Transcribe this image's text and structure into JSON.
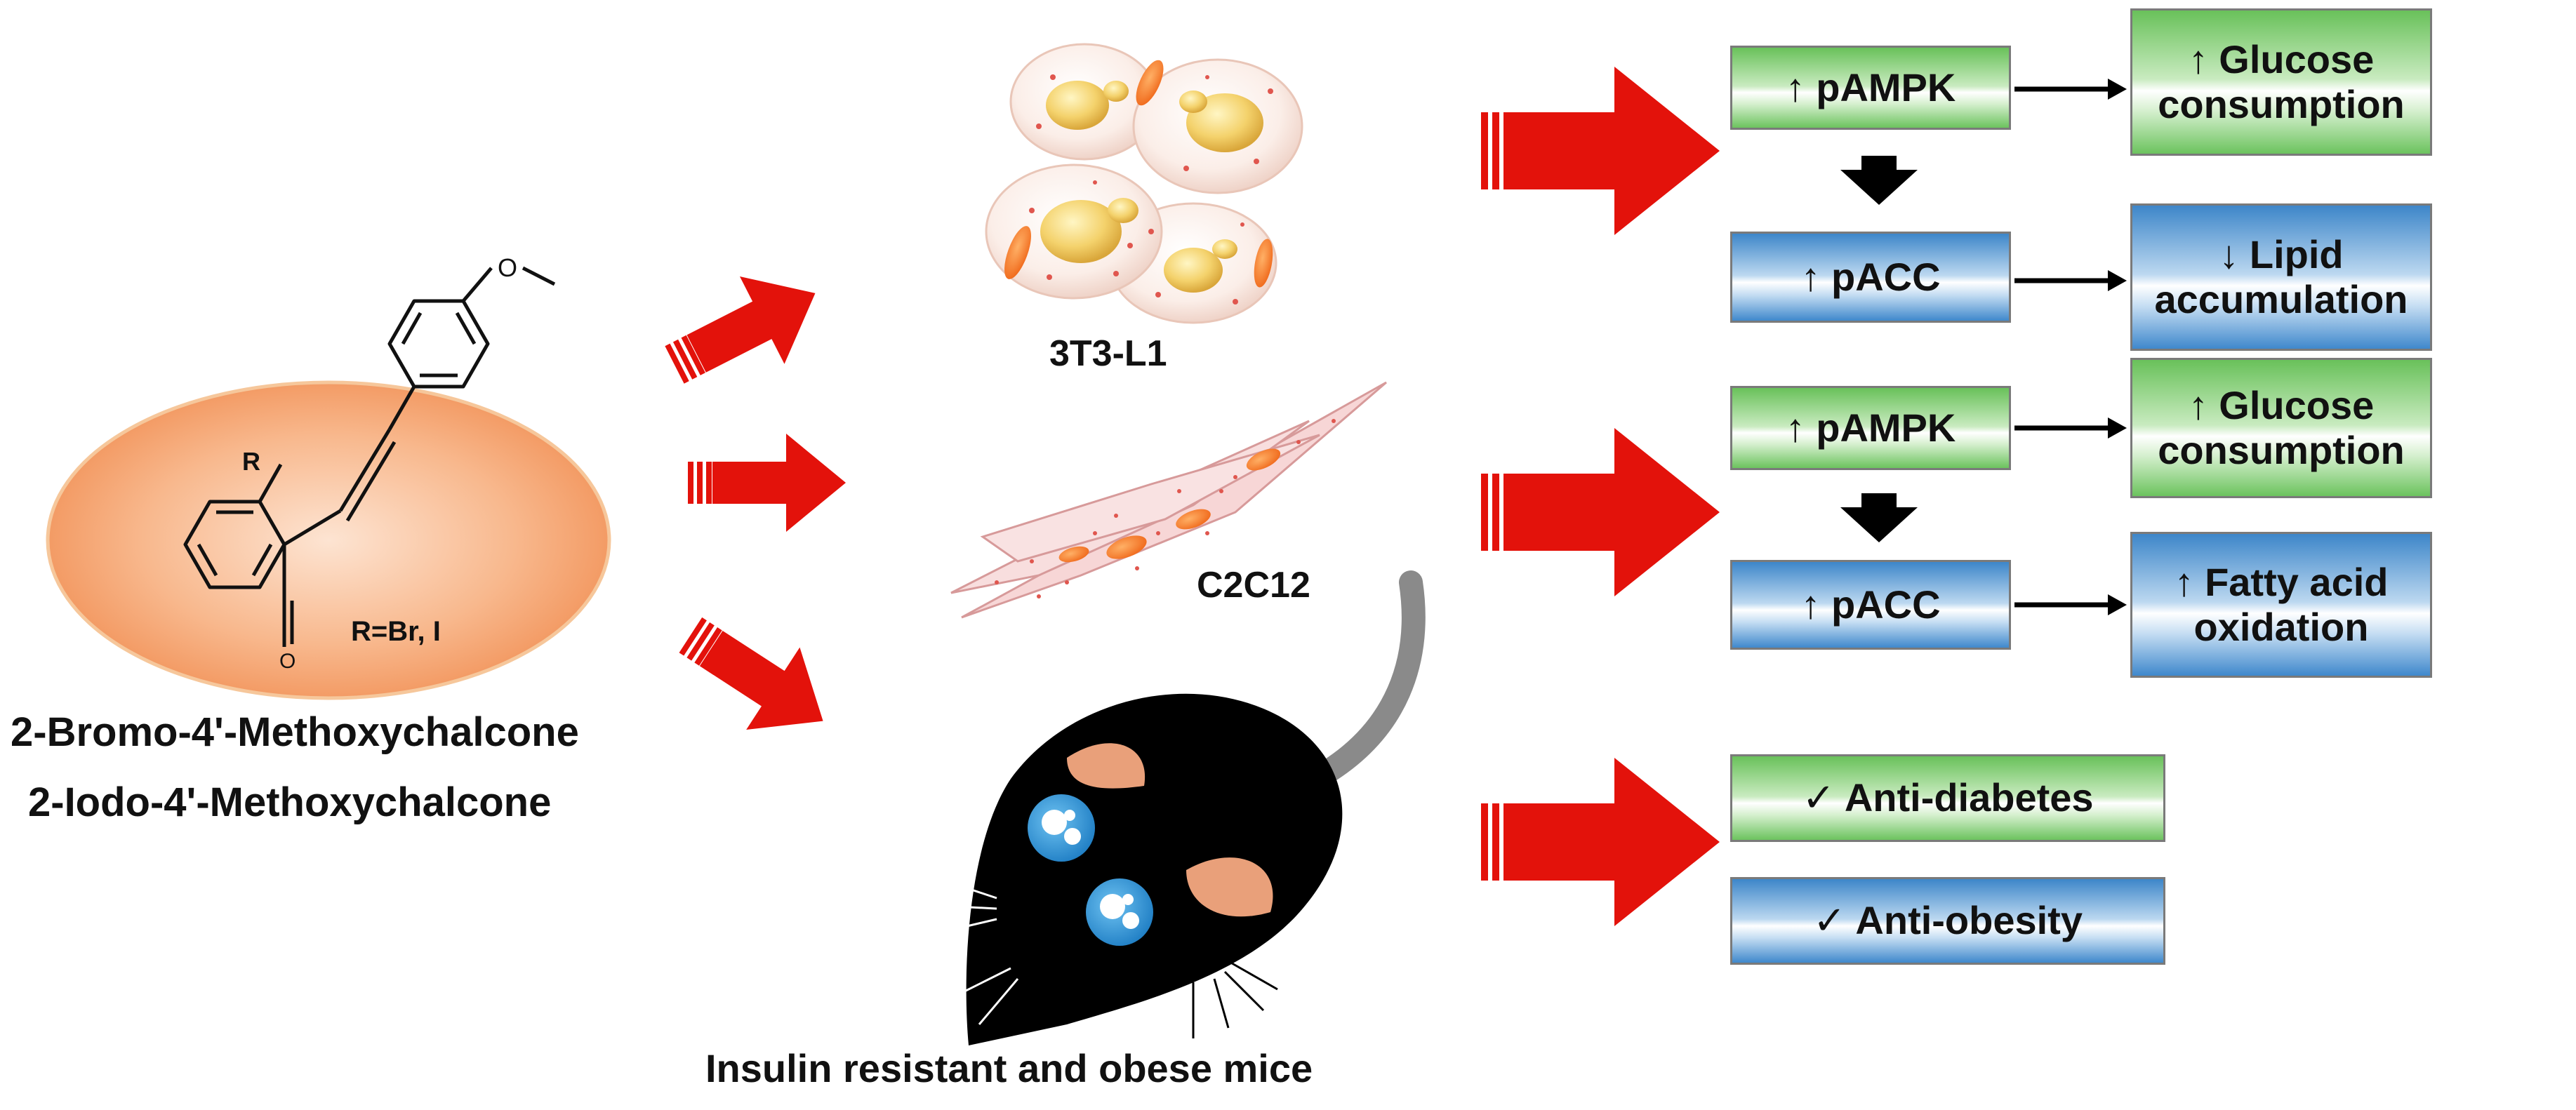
{
  "compound": {
    "substituent": "R",
    "substituent_note": "R=Br, I",
    "carbonyl_o": "O",
    "name_1": "2-Bromo-4'-Methoxychalcone",
    "name_2": "2-Iodo-4'-Methoxychalcone"
  },
  "models": {
    "adipocytes": "3T3-L1",
    "myotubes": "C2C12",
    "mice": "Insulin resistant and obese mice"
  },
  "adipocyte_results": {
    "kinase": "↑ pAMPK",
    "carboxylase": "↑ pACC",
    "outcome_1": "↑ Glucose\nconsumption",
    "outcome_2": "↓ Lipid\naccumulation"
  },
  "myotube_results": {
    "kinase": "↑ pAMPK",
    "carboxylase": "↑ pACC",
    "outcome_1": "↑ Glucose\nconsumption",
    "outcome_2": "↑ Fatty acid\noxidation"
  },
  "mouse_results": {
    "effect_1": "✓  Anti-diabetes",
    "effect_2": "✓  Anti-obesity"
  },
  "colors": {
    "arrow_red": "#e3120b",
    "green_box": "#69c15a",
    "blue_box": "#3d86c9",
    "ellipse_orange": "#f5a06a",
    "mouse_black": "#000000"
  }
}
